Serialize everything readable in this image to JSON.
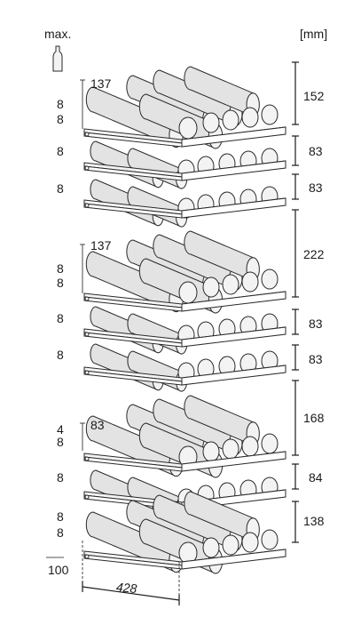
{
  "header": {
    "max_label": "max.",
    "unit_label": "[mm]"
  },
  "left_labels": [
    "137",
    "8",
    "8",
    "8",
    "8",
    "137",
    "8",
    "8",
    "8",
    "8",
    "4",
    "8",
    "83",
    "8",
    "8",
    "8"
  ],
  "right_dims": [
    "152",
    "83",
    "83",
    "222",
    "83",
    "83",
    "168",
    "84",
    "138"
  ],
  "footer": {
    "base_value": "100",
    "width_value": "428"
  }
}
